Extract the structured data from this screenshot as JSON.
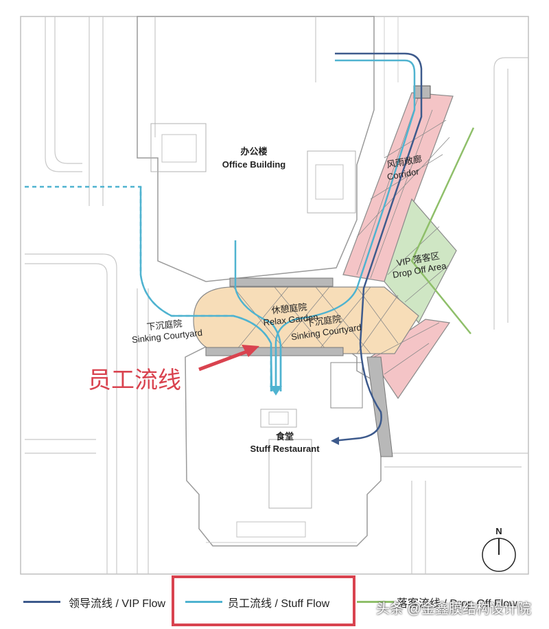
{
  "labels": {
    "office_cn": "办公楼",
    "office_en": "Office Building",
    "corridor_cn": "风雨敞廊",
    "corridor_en": "Corridor",
    "dropoff_cn": "VIP 落客区",
    "dropoff_en": "Drop Off Area",
    "relax_cn": "休憩庭院",
    "relax_en": "Relax Garden",
    "sink_left_cn": "下沉庭院",
    "sink_left_en": "Sinking Courtyard",
    "sink_mid_cn": "下沉庭院",
    "sink_mid_en": "Sinking Courtyard",
    "restaurant_cn": "食堂",
    "restaurant_en": "Stuff Restaurant",
    "annotation": "员工流线",
    "north": "N"
  },
  "legend": [
    {
      "label": "领导流线 / VIP Flow",
      "color": "#3d5a8c"
    },
    {
      "label": "员工流线 / Stuff Flow",
      "color": "#4fb3d0"
    },
    {
      "label": "落客流线 / Drop Off Flow",
      "color": "#8fbf6a"
    }
  ],
  "colors": {
    "vip_flow": "#3d5a8c",
    "stuff_flow": "#4fb3d0",
    "dropoff_flow": "#8fbf6a",
    "corridor_fill": "#f4c4c6",
    "dropoff_fill": "#cfe6c4",
    "courtyard_fill": "#f7ddb8",
    "highlight": "#d9434f"
  },
  "watermark": "头条 @金鑫膜结构设计院"
}
